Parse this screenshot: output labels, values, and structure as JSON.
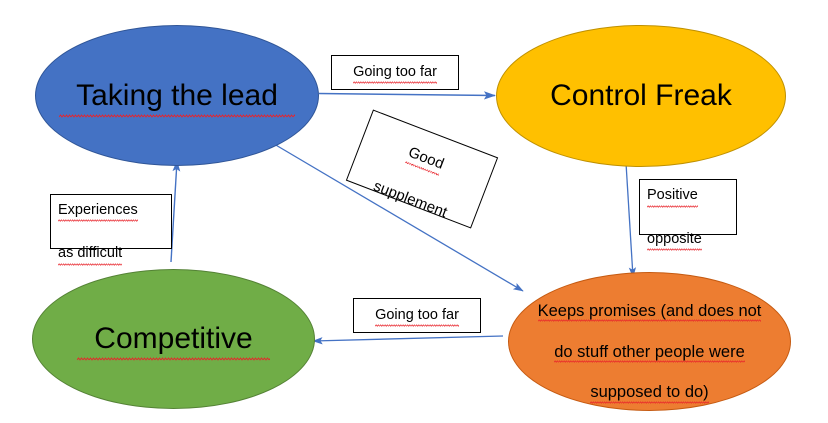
{
  "diagram": {
    "title": "Taking the lead / Control Freak behaviour cycle",
    "background": "#ffffff",
    "arrow_color": "#4472C4",
    "nodes": [
      {
        "id": "taking-the-lead",
        "label": "Taking the lead",
        "fill": "#4472C4",
        "stroke": "#2F5597",
        "text_color": "#000000",
        "spellcheck_underline": true
      },
      {
        "id": "control-freak",
        "label": "Control Freak",
        "fill": "#FFC000",
        "stroke": "#BF9000",
        "text_color": "#000000",
        "spellcheck_underline": false
      },
      {
        "id": "competitive",
        "label": "Competitive",
        "fill": "#70AD47",
        "stroke": "#548235",
        "text_color": "#000000",
        "spellcheck_underline": true
      },
      {
        "id": "keeps-promises",
        "label": "Keeps promises (and does not\ndo stuff other people were\nsupposed to do)",
        "line1": "Keeps promises (and does not",
        "line2": "do stuff other people were",
        "line3": "supposed to do)",
        "fill": "#ED7D31",
        "stroke": "#C55A11",
        "text_color": "#000000",
        "spellcheck_underline": true
      }
    ],
    "edge_labels": [
      {
        "id": "going-too-far-top",
        "text": "Going too far",
        "from": "taking-the-lead",
        "to": "control-freak",
        "rotation": 0
      },
      {
        "id": "good-supplement",
        "text": "Good\nsupplement",
        "line1": "Good",
        "line2": "supplement",
        "from": "taking-the-lead",
        "to": "keeps-promises",
        "rotation": 21
      },
      {
        "id": "positive-opposite",
        "text": "Positive\nopposite",
        "line1": "Positive",
        "line2": "opposite",
        "from": "control-freak",
        "to": "keeps-promises",
        "rotation": 0
      },
      {
        "id": "going-too-far-bottom",
        "text": "Going too far",
        "from": "keeps-promises",
        "to": "competitive",
        "rotation": 0
      },
      {
        "id": "experiences-as-difficult",
        "text": "Experiences\nas difficult",
        "line1": "Experiences",
        "line2": "as difficult",
        "from": "competitive",
        "to": "taking-the-lead",
        "rotation": 0
      }
    ],
    "arrows": [
      {
        "id": "arrow-taking-the-lead-to-control-freak",
        "from": "taking-the-lead",
        "to": "control-freak",
        "direction": "right"
      },
      {
        "id": "arrow-taking-the-lead-to-keeps-promises",
        "from": "taking-the-lead",
        "to": "keeps-promises",
        "direction": "down-right"
      },
      {
        "id": "arrow-control-freak-to-keeps-promises",
        "from": "control-freak",
        "to": "keeps-promises",
        "direction": "down"
      },
      {
        "id": "arrow-keeps-promises-to-competitive",
        "from": "keeps-promises",
        "to": "competitive",
        "direction": "left"
      },
      {
        "id": "arrow-competitive-to-taking-the-lead",
        "from": "competitive",
        "to": "taking-the-lead",
        "direction": "up"
      }
    ]
  }
}
